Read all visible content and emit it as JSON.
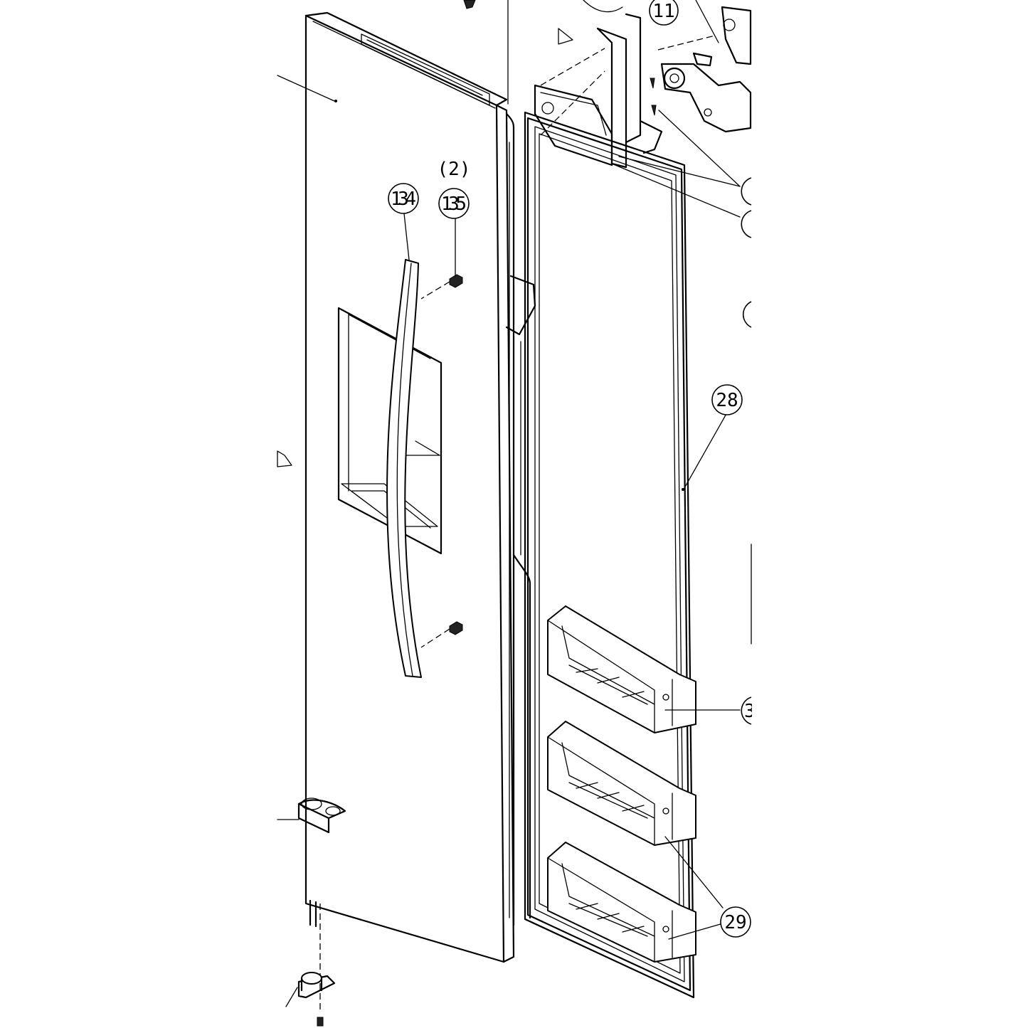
{
  "callouts": {
    "c11": "11",
    "c134": "134",
    "c135": "135",
    "c28": "28",
    "c29": "29",
    "c3": "3"
  },
  "quantity": "(2)"
}
